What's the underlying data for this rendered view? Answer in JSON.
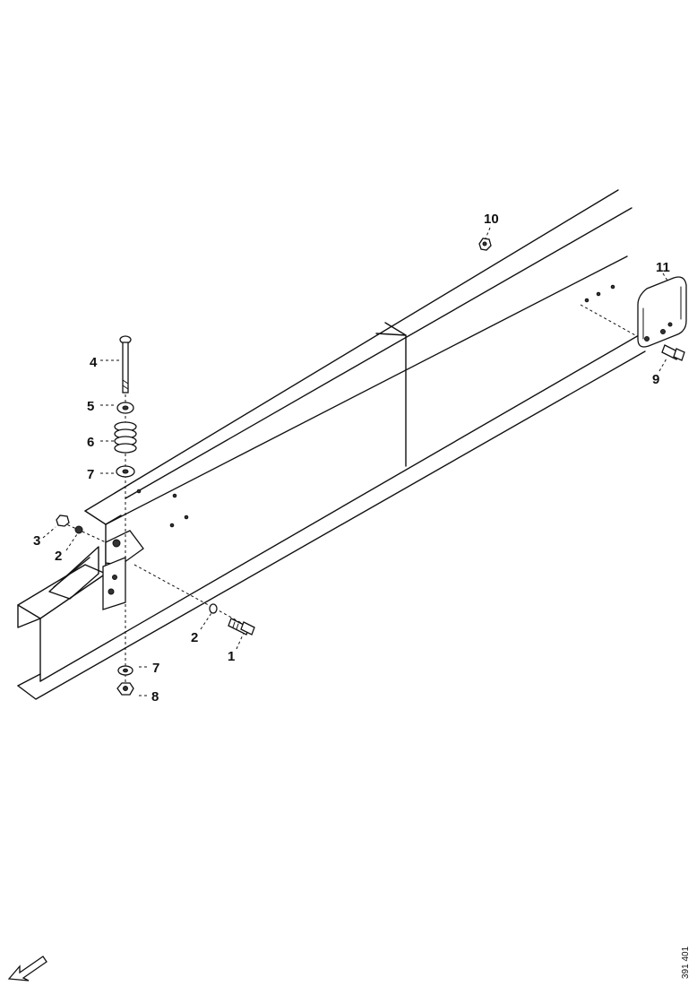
{
  "callouts": {
    "c1": "1",
    "c2a": "2",
    "c2b": "2",
    "c3": "3",
    "c4": "4",
    "c5": "5",
    "c6": "6",
    "c7a": "7",
    "c7b": "7",
    "c8": "8",
    "c9": "9",
    "c10": "10",
    "c11": "11"
  },
  "figure_ref": "391 401",
  "icons": {
    "direction": "front-direction-arrow-icon"
  }
}
